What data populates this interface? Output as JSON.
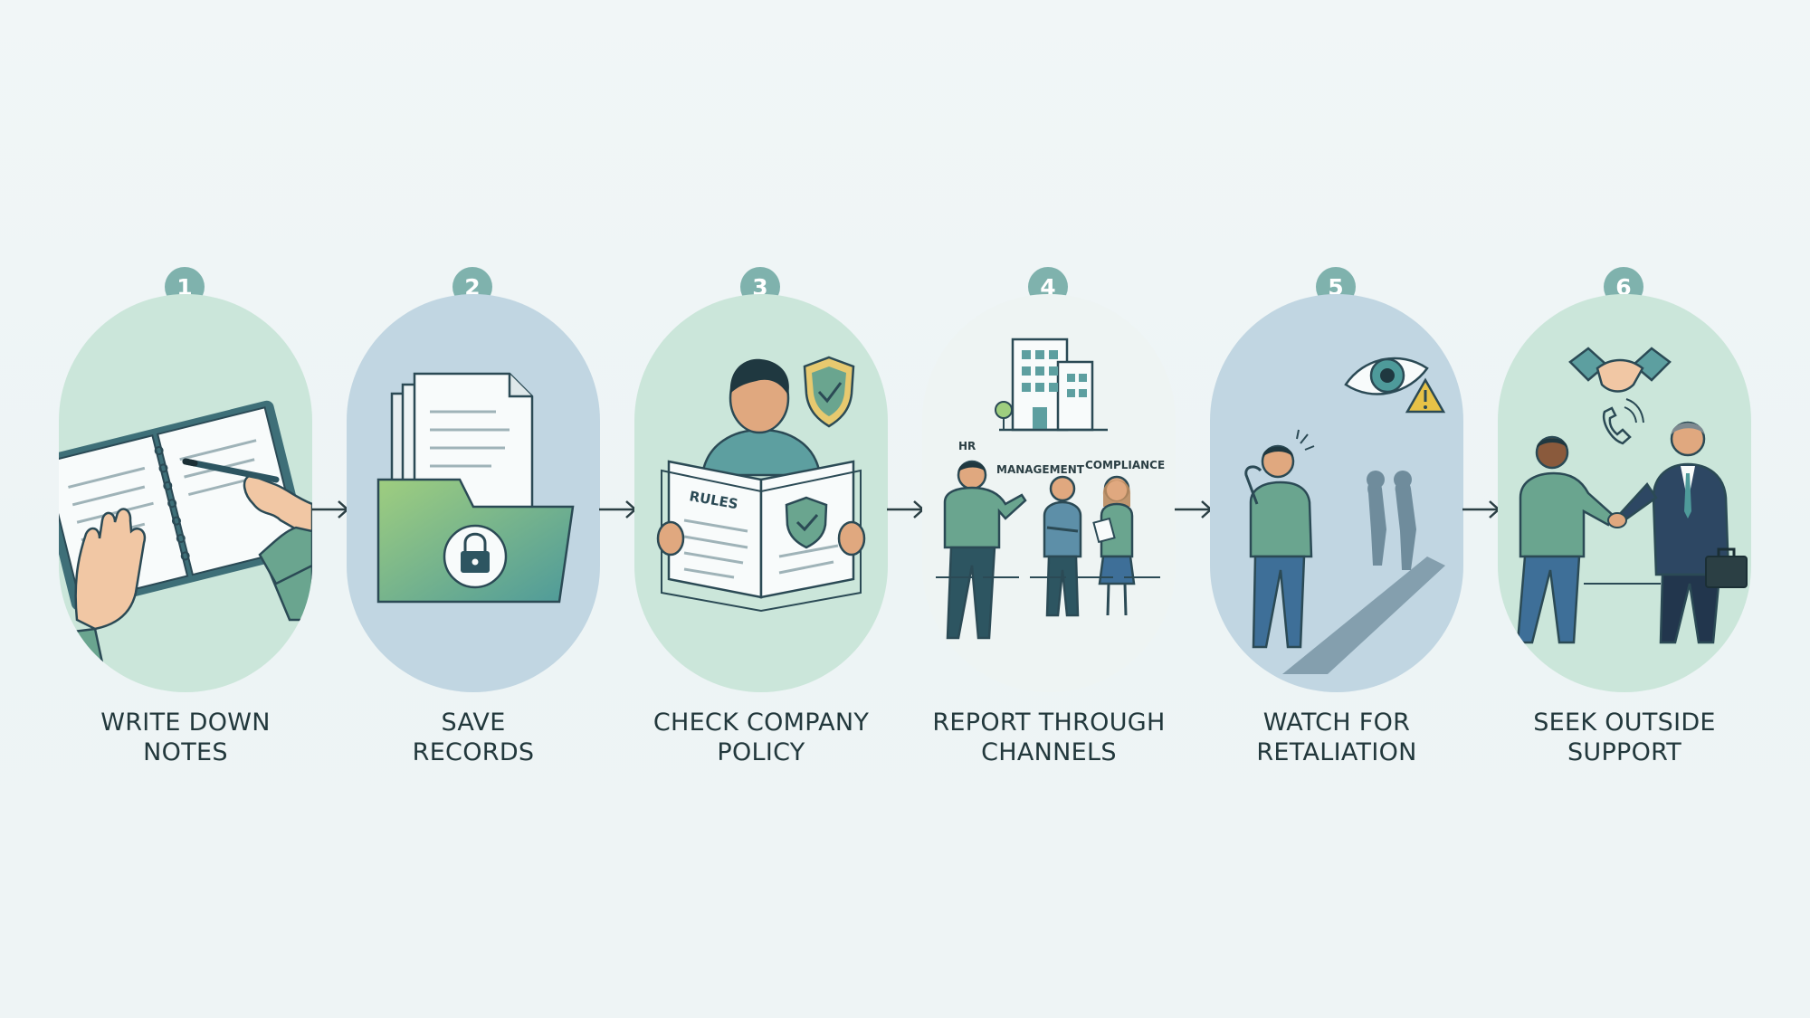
{
  "colors": {
    "badge": "#7fb2ad",
    "capsule_green": "#cbe6da",
    "capsule_blue": "#c1d6e2",
    "ink": "#2b4a55",
    "label": "#22383c"
  },
  "steps": [
    {
      "number": "1",
      "line1": "WRITE DOWN",
      "line2": "NOTES",
      "icon": "notebook-writing-icon"
    },
    {
      "number": "2",
      "line1": "SAVE",
      "line2": "RECORDS",
      "icon": "locked-folder-icon"
    },
    {
      "number": "3",
      "line1": "CHECK COMPANY",
      "line2": "POLICY",
      "icon": "rules-book-icon",
      "book_text": "RULES"
    },
    {
      "number": "4",
      "line1": "REPORT THROUGH",
      "line2": "CHANNELS",
      "icon": "reporting-channels-icon",
      "tags": {
        "hr": "HR",
        "management": "MANAGEMENT",
        "compliance": "COMPLIANCE"
      }
    },
    {
      "number": "5",
      "line1": "WATCH FOR",
      "line2": "RETALIATION",
      "icon": "watchful-eye-icon"
    },
    {
      "number": "6",
      "line1": "SEEK OUTSIDE",
      "line2": "SUPPORT",
      "icon": "handshake-support-icon"
    }
  ]
}
